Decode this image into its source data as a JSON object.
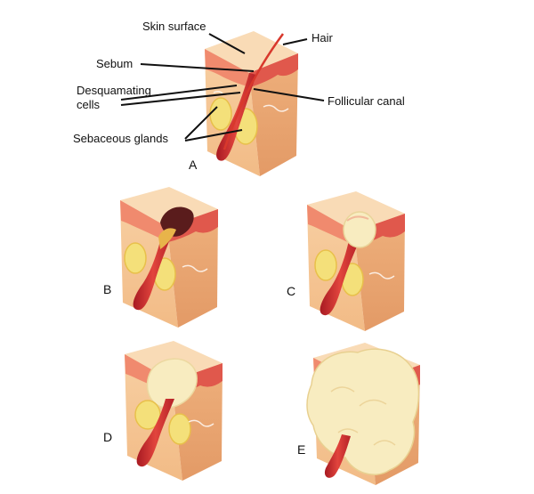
{
  "labels": {
    "skin_surface": "Skin surface",
    "hair": "Hair",
    "sebum": "Sebum",
    "desquamating_line1": "Desquamating",
    "desquamating_line2": "cells",
    "follicular_canal": "Follicular canal",
    "sebaceous_glands": "Sebaceous glands"
  },
  "panels": {
    "a": "A",
    "b": "B",
    "c": "C",
    "d": "D",
    "e": "E"
  },
  "colors": {
    "skin_front": "#f6c99a",
    "skin_side": "#e9a877",
    "epidermis": "#f08a6e",
    "epidermis_dark": "#e0584c",
    "follicle": "#c8282e",
    "gland": "#f4e07a",
    "comedone_dark": "#5a1c1c",
    "pus": "#f8ecc0"
  }
}
